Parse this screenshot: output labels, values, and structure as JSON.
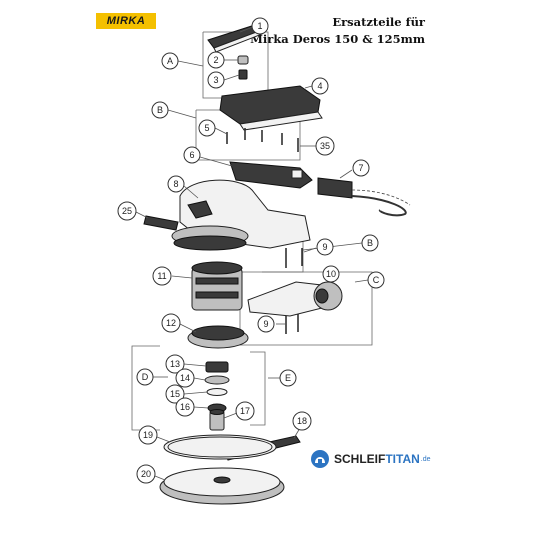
{
  "header": {
    "brand": "MIRKA",
    "title_line1": "Ersatzteile für",
    "title_line2": "Mirka Deros 150 & 125mm"
  },
  "callouts": {
    "p1": "1",
    "p2": "2",
    "p3": "3",
    "p4": "4",
    "p5": "5",
    "p6": "6",
    "p7": "7",
    "p8": "8",
    "p9a": "9",
    "p9b": "9",
    "p10": "10",
    "p11": "11",
    "p12": "12",
    "p13": "13",
    "p14": "14",
    "p15": "15",
    "p16": "16",
    "p17": "17",
    "p18": "18",
    "p19": "19",
    "p20": "20",
    "p25": "25",
    "p35": "35",
    "gA": "A",
    "gB1": "B",
    "gB2": "B",
    "gC": "C",
    "gD": "D",
    "gE": "E"
  },
  "shop_logo": {
    "name_part1": "SCHLEIF",
    "name_part2": "TITAN",
    "tld": ".de"
  },
  "colors": {
    "brand_yellow": "#f4c000",
    "shop_blue": "#2c74c2"
  }
}
